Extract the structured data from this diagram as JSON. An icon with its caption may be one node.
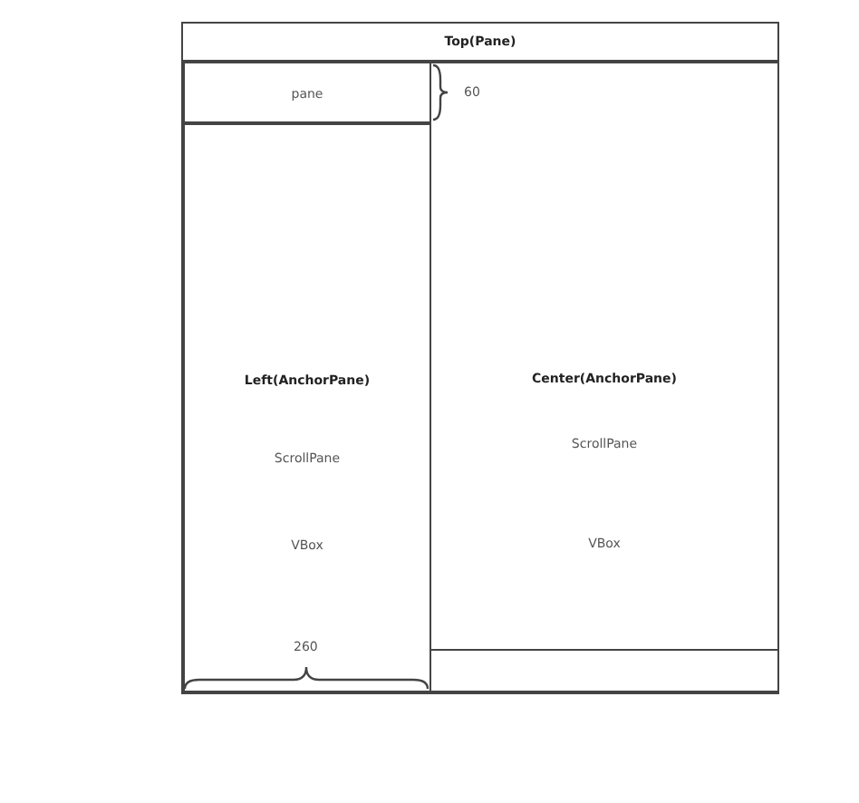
{
  "diagram": {
    "nodes": [
      {
        "text": [
          "Top(Pane)"
        ]
      },
      {
        "text": [
          "pane"
        ],
        "in": 0
      },
      {
        "text": [
          "Left(AnchorPane)",
          "ScrollPane",
          "VBox"
        ],
        "in": 0
      },
      {
        "text": [
          "Center(AnchorPane)",
          "ScrollPane",
          "VBox"
        ],
        "in": 0
      },
      {
        "text": [],
        "shape": "box",
        "in": 0
      }
    ],
    "edges": [],
    "labels": [
      "60",
      "260"
    ]
  }
}
